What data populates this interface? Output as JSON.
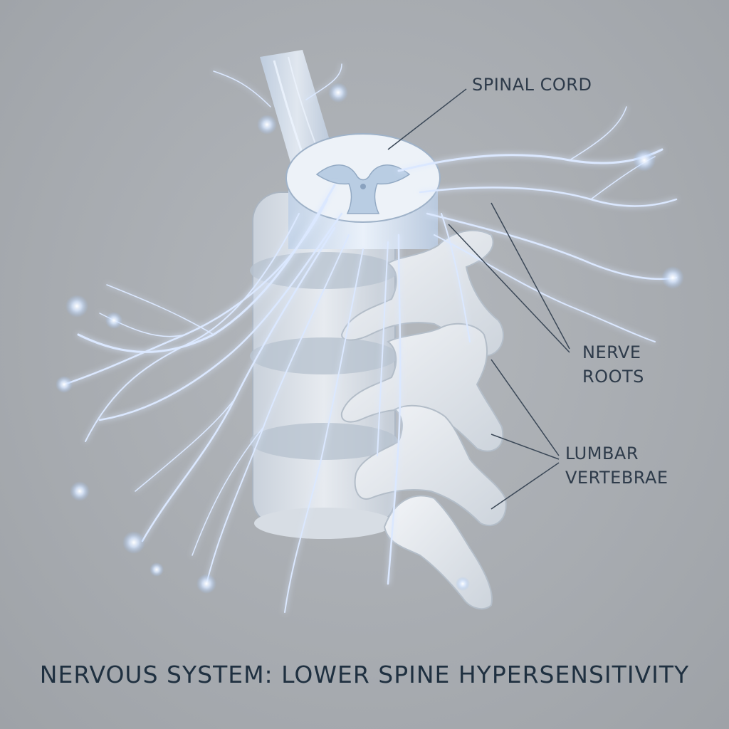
{
  "title": "NERVOUS SYSTEM: LOWER SPINE HYPERSENSITIVITY",
  "labels": {
    "spinal_cord": "SPINAL CORD",
    "nerve_roots": [
      "NERVE",
      "ROOTS"
    ],
    "lumbar_vertebrae": [
      "LUMBAR",
      "VERTEBRAE"
    ]
  },
  "colors": {
    "background": "#a7abb0",
    "nerve": "#dce9ff",
    "nerve_glow": "#9fc0f0",
    "bone": "#e4e8ed",
    "text": "#2e3b4a"
  }
}
